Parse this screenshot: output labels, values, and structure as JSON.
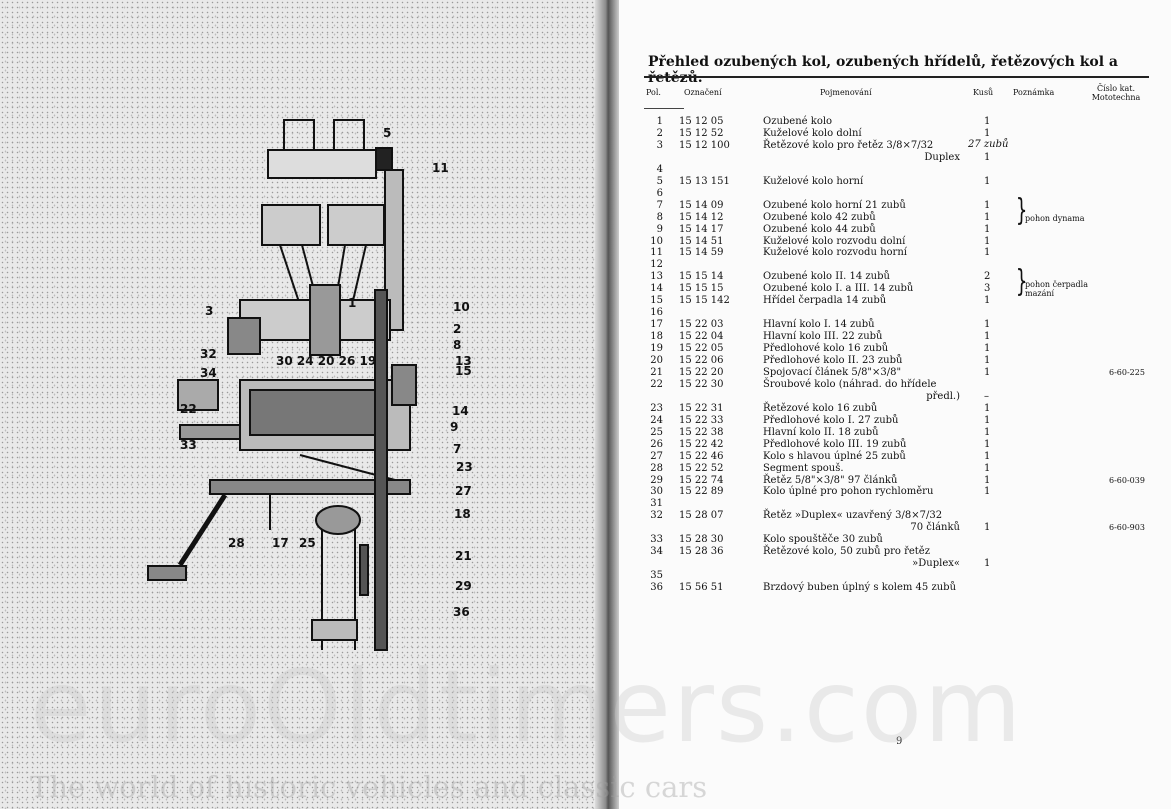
{
  "diagram": {
    "labels": [
      "5",
      "11",
      "3",
      "10",
      "2",
      "8",
      "13",
      "15",
      "32",
      "34",
      "22",
      "33",
      "14",
      "9",
      "7",
      "23",
      "27",
      "18",
      "28",
      "17",
      "25",
      "21",
      "29",
      "36",
      "30 24 20 26 19",
      "1"
    ]
  },
  "table": {
    "title": "Přehled ozubených kol, ozubených hřídelů, řetězových kol a řetězů.",
    "headers": {
      "pol": "Pol.",
      "code": "Označení",
      "name": "Pojmenování",
      "qty": "Kusů",
      "note": "Poznámka",
      "cat": "Číslo kat. Mototechna"
    },
    "rows": [
      {
        "pol": "1",
        "code": "15 12 05",
        "name": "Ozubené kolo",
        "qty": "1"
      },
      {
        "pol": "2",
        "code": "15 12 52",
        "name": "Kuželové kolo dolní",
        "qty": "1"
      },
      {
        "pol": "3",
        "code": "15 12 100",
        "name": "Řetězové kolo pro řetěz 3/8×7/32",
        "cont": "Duplex",
        "qty": "1"
      },
      {
        "pol": "4"
      },
      {
        "pol": "5",
        "code": "15 13 151",
        "name": "Kuželové kolo horní",
        "qty": "1"
      },
      {
        "pol": "6"
      },
      {
        "pol": "7",
        "code": "15 14 09",
        "name": "Ozubené kolo horní 21 zubů",
        "qty": "1"
      },
      {
        "pol": "8",
        "code": "15 14 12",
        "name": "Ozubené kolo 42 zubů",
        "qty": "1"
      },
      {
        "pol": "9",
        "code": "15 14 17",
        "name": "Ozubené kolo 44 zubů",
        "qty": "1"
      },
      {
        "pol": "10",
        "code": "15 14 51",
        "name": "Kuželové kolo rozvodu dolní",
        "qty": "1"
      },
      {
        "pol": "11",
        "code": "15 14 59",
        "name": "Kuželové kolo rozvodu horní",
        "qty": "1"
      },
      {
        "pol": "12"
      },
      {
        "pol": "13",
        "code": "15 15 14",
        "name": "Ozubené kolo II. 14 zubů",
        "qty": "2"
      },
      {
        "pol": "14",
        "code": "15 15 15",
        "name": "Ozubené kolo I. a III. 14 zubů",
        "qty": "3"
      },
      {
        "pol": "15",
        "code": "15 15 142",
        "name": "Hřídel čerpadla 14 zubů",
        "qty": "1"
      },
      {
        "pol": "16"
      },
      {
        "pol": "17",
        "code": "15 22 03",
        "name": "Hlavní kolo I. 14 zubů",
        "qty": "1"
      },
      {
        "pol": "18",
        "code": "15 22 04",
        "name": "Hlavní kolo III. 22 zubů",
        "qty": "1"
      },
      {
        "pol": "19",
        "code": "15 22 05",
        "name": "Předlohové kolo 16 zubů",
        "qty": "1"
      },
      {
        "pol": "20",
        "code": "15 22 06",
        "name": "Předlohové kolo II. 23 zubů",
        "qty": "1"
      },
      {
        "pol": "21",
        "code": "15 22 20",
        "name": "Spojovací článek 5/8\"×3/8\"",
        "qty": "1",
        "cat": "6-60-225"
      },
      {
        "pol": "22",
        "code": "15 22 30",
        "name": "Šroubové kolo (náhrad. do hřídele",
        "cont": "předl.)",
        "qty": "–"
      },
      {
        "pol": "23",
        "code": "15 22 31",
        "name": "Řetězové kolo 16 zubů",
        "qty": "1"
      },
      {
        "pol": "24",
        "code": "15 22 33",
        "name": "Předlohové kolo I. 27 zubů",
        "qty": "1"
      },
      {
        "pol": "25",
        "code": "15 22 38",
        "name": "Hlavní kolo II. 18 zubů",
        "qty": "1"
      },
      {
        "pol": "26",
        "code": "15 22 42",
        "name": "Předlohové kolo III. 19 zubů",
        "qty": "1"
      },
      {
        "pol": "27",
        "code": "15 22 46",
        "name": "Kolo s hlavou úplné 25 zubů",
        "qty": "1"
      },
      {
        "pol": "28",
        "code": "15 22 52",
        "name": "Segment spouš.",
        "qty": "1"
      },
      {
        "pol": "29",
        "code": "15 22 74",
        "name": "Řetěz 5/8\"×3/8\" 97 článků",
        "qty": "1",
        "cat": "6-60-039"
      },
      {
        "pol": "30",
        "code": "15 22 89",
        "name": "Kolo úplné pro pohon rychloměru",
        "qty": "1"
      },
      {
        "pol": "31"
      },
      {
        "pol": "32",
        "code": "15 28 07",
        "name": "Řetěz »Duplex« uzavřený 3/8×7/32",
        "cont": "70 článků",
        "qty": "1",
        "cat": "6-60-903"
      },
      {
        "pol": "33",
        "code": "15 28 30",
        "name": "Kolo spouštěče 30 zubů"
      },
      {
        "pol": "34",
        "code": "15 28 36",
        "name": "Řetězové kolo, 50 zubů pro řetěz",
        "cont": "»Duplex«",
        "qty": "1"
      },
      {
        "pol": "35"
      },
      {
        "pol": "36",
        "code": "15 56 51",
        "name": "Brzdový buben úplný s kolem 45 zubů"
      }
    ],
    "notes": {
      "dynamo": "pohon dynama",
      "pump": "pohon čerpadla mazání"
    },
    "handwritten": "27 zubů"
  },
  "page_number": "9",
  "watermark": {
    "brand": "euroOldtimers.com",
    "tagline": "The world of historic vehicles and classic cars"
  }
}
